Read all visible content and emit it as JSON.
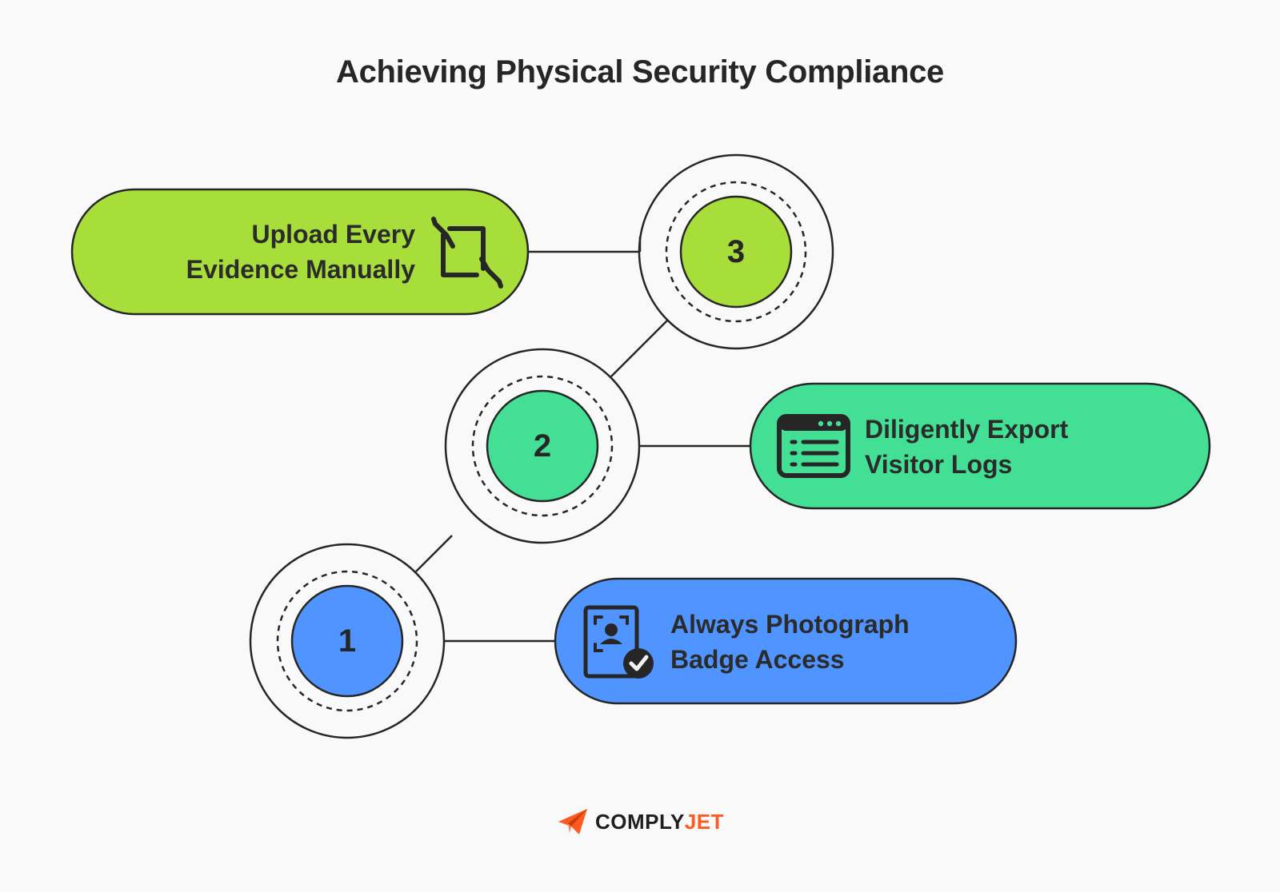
{
  "title": "Achieving Physical Security Compliance",
  "steps": [
    {
      "number": "1",
      "line1": "Always Photograph",
      "line2": "Badge Access",
      "icon": "badge-photo-check-icon",
      "color": "#4f94ff"
    },
    {
      "number": "2",
      "line1": "Diligently Export",
      "line2": "Visitor Logs",
      "icon": "browser-list-icon",
      "color": "#43df94"
    },
    {
      "number": "3",
      "line1": "Upload Every",
      "line2": "Evidence Manually",
      "icon": "manual-transfer-icon",
      "color": "#a8de3a"
    }
  ],
  "logo": {
    "part1": "COMPLY",
    "part2": "JET",
    "accent_color": "#ff5a1f",
    "icon": "paper-plane-icon"
  }
}
